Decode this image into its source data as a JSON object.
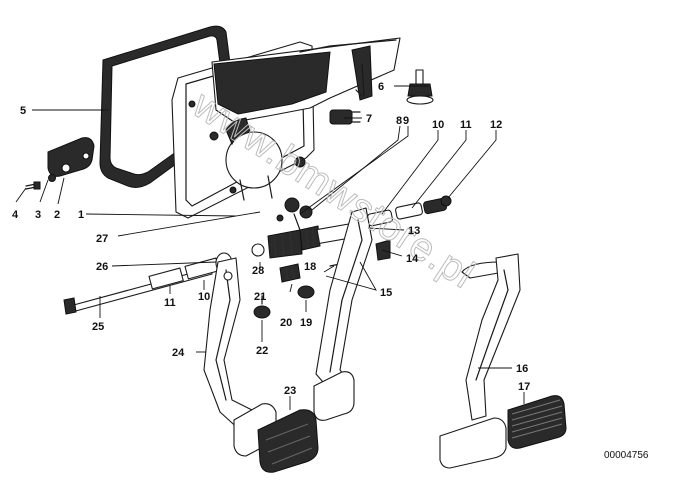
{
  "watermark": "www.bmwstore.pl",
  "drawing_number": "00004756",
  "labels": {
    "p1": "1",
    "p2": "2",
    "p3": "3",
    "p4": "4",
    "p5": "5",
    "p6": "6",
    "p7": "7",
    "p8": "8",
    "p9": "9",
    "p10a": "10",
    "p10b": "10",
    "p11a": "11",
    "p11b": "11",
    "p12": "12",
    "p13": "13",
    "p14": "14",
    "p15": "15",
    "p16": "16",
    "p17": "17",
    "p18": "18",
    "p19": "19",
    "p20": "20",
    "p21": "21",
    "p22": "22",
    "p23": "23",
    "p24": "24",
    "p25": "25",
    "p26": "26",
    "p27": "27",
    "p28": "28"
  }
}
